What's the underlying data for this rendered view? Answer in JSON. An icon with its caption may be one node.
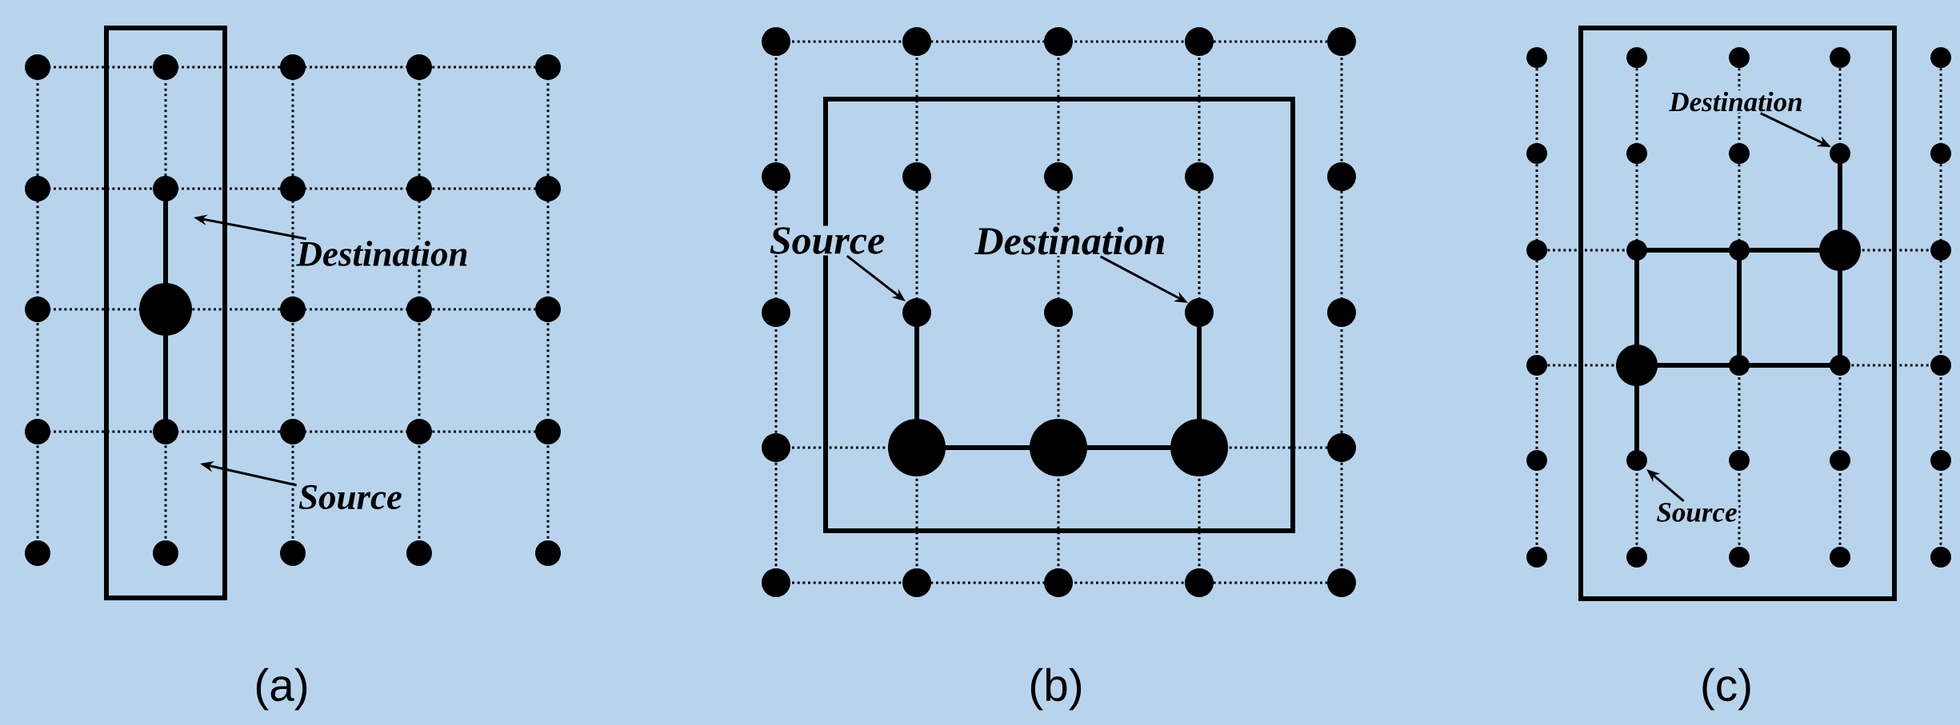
{
  "diagram": {
    "nodes": [
      {
        "text": [
          "Destination"
        ]
      },
      {
        "text": [
          "Source"
        ]
      },
      {
        "text": [
          "Source"
        ]
      },
      {
        "text": [
          "Destination"
        ]
      },
      {
        "text": [
          "Destination"
        ]
      },
      {
        "text": [
          "Source"
        ]
      }
    ],
    "edges": [
      {
        "from": 0,
        "to": null,
        "arrow": "to"
      },
      {
        "from": 1,
        "to": null,
        "arrow": "to"
      },
      {
        "from": 2,
        "to": null,
        "arrow": "to"
      },
      {
        "from": 3,
        "to": null,
        "arrow": "to"
      },
      {
        "from": 4,
        "to": null,
        "arrow": "to"
      },
      {
        "from": 5,
        "to": null,
        "arrow": "to"
      }
    ],
    "labels": [
      "(a)",
      "(b)",
      "(c)"
    ]
  }
}
